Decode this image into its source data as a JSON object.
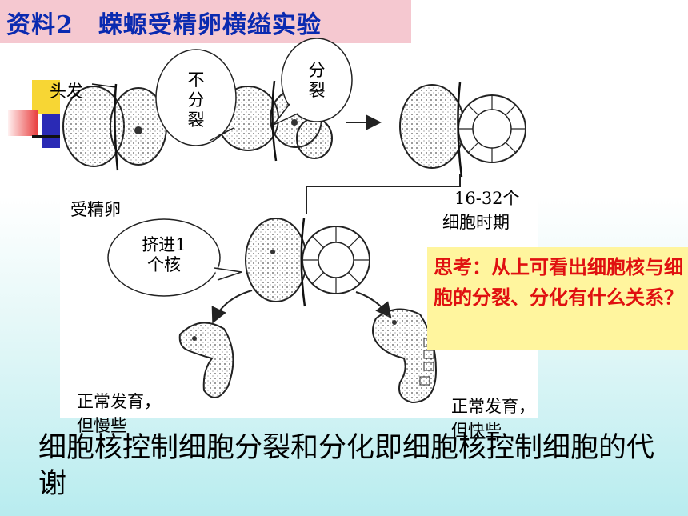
{
  "title": "资料2　蝾螈受精卵横缢实验",
  "figure": {
    "label_head": "头发",
    "label_zygote": "受精卵",
    "bubble_no_division": "不\n分\n裂",
    "bubble_division": "分\n裂",
    "bubble_squeeze": "挤进1\n个核",
    "label_stage_line1": "16-32个",
    "label_stage_line2": "细胞时期",
    "label_left_outcome_line1": "正常发育，",
    "label_left_outcome_line2": "但慢些",
    "label_right_outcome_line1": "正常发育，",
    "label_right_outcome_line2": "但快些"
  },
  "question": "思考：从上可看出细胞核与细胞的分裂、分化有什么关系？",
  "conclusion": "细胞核控制细胞分裂和分化即细胞核控制细胞的代谢",
  "colors": {
    "title_text": "#0a2ab0",
    "title_bg": "#f5c8d0",
    "question_text": "#e01010",
    "question_bg": "#fff59e"
  }
}
